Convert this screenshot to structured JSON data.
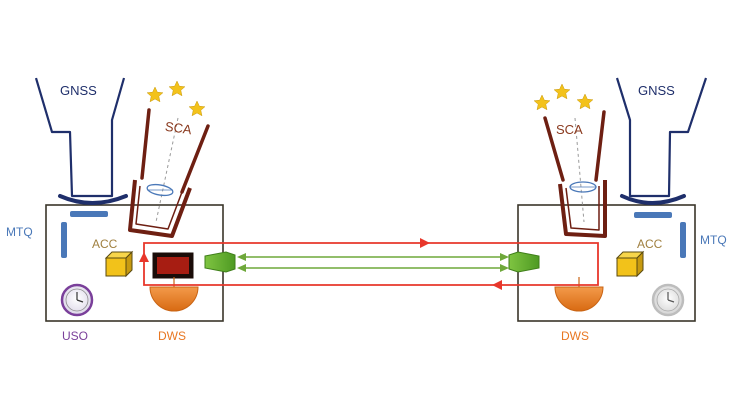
{
  "labels": {
    "left": {
      "gnss": "GNSS",
      "sca": "SCA",
      "mtq": "MTQ",
      "acc": "ACC",
      "uso": "USO",
      "dws": "DWS"
    },
    "right": {
      "gnss": "GNSS",
      "sca": "SCA",
      "mtq": "MTQ",
      "acc": "ACC",
      "dws": "DWS"
    }
  },
  "colors": {
    "gnss": "#1f2f6b",
    "sca": "#6e1f12",
    "mtq": "#4a78b8",
    "acc": "#a08040",
    "acc_box": "#f2c21a",
    "uso": "#7a3f9a",
    "dws": "#e87722",
    "laser_red": "#e8372b",
    "laser_green": "#6ea83a",
    "body_outline": "#3a352a",
    "star": "#f3c21b"
  },
  "icons": {
    "gnss_antenna": "gnss-antenna-icon",
    "star_camera": "star-camera-icon",
    "accelerometer": "accelerometer-cube-icon",
    "clock": "clock-icon",
    "dws_dome": "dws-dome-icon",
    "telescope": "telescope-icon",
    "laser": "laser-box-icon",
    "star": "star-icon"
  }
}
